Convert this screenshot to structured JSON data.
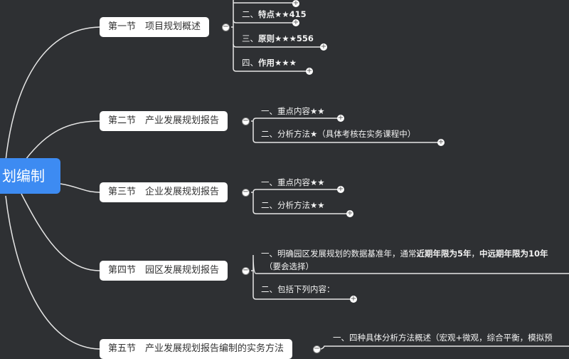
{
  "root": {
    "label": "划编制"
  },
  "sections": [
    {
      "label": "第一节　项目规划概述",
      "items": [
        {
          "prefix": "二、",
          "bold": "特点★★415",
          "rest": ""
        },
        {
          "prefix": "三、",
          "bold": "原则★★★556",
          "rest": ""
        },
        {
          "prefix": "四、",
          "bold": "作用★★★",
          "rest": ""
        }
      ]
    },
    {
      "label": "第二节　产业发展规划报告",
      "items": [
        {
          "prefix": "一、重点内容★★",
          "bold": "",
          "rest": ""
        },
        {
          "prefix": "二、分析方法★（具体考核在实务课程中）",
          "bold": "",
          "rest": ""
        }
      ]
    },
    {
      "label": "第三节　企业发展规划报告",
      "items": [
        {
          "prefix": "一、重点内容★★",
          "bold": "",
          "rest": ""
        },
        {
          "prefix": "二、分析方法★★",
          "bold": "",
          "rest": ""
        }
      ]
    },
    {
      "label": "第四节　园区发展规划报告",
      "items": [
        {
          "prefix": "一、明确园区发展规划的数据基准年，通常",
          "bold": "近期年限为5年",
          "rest": "，",
          "bold2": "中远期年限为10年",
          "line2": "（要会选择）"
        },
        {
          "prefix": "二、包括下列内容：",
          "bold": "",
          "rest": ""
        }
      ]
    },
    {
      "label": "第五节　产业发展规划报告编制的实务方法",
      "items": [
        {
          "prefix": "一、四种具体分析方法概述（宏观+微观，综合平衡，模拟预",
          "bold": "",
          "rest": ""
        }
      ]
    }
  ],
  "colors": {
    "background": "#2e3033",
    "root": "#3d8bf2",
    "node": "#ffffff",
    "line": "#e6e6e6"
  }
}
